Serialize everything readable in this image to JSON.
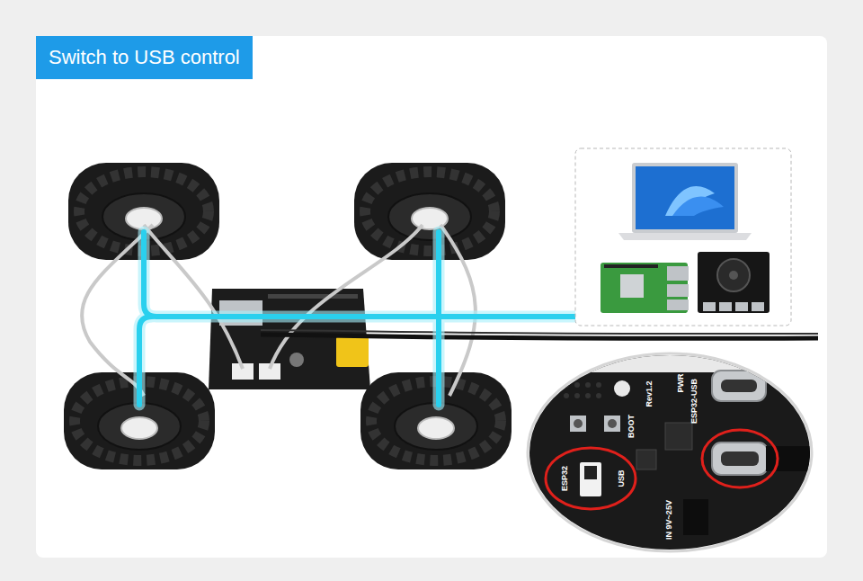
{
  "diagram": {
    "title": "Switch to USB control",
    "labels": [
      "Rev1.2",
      "PWR",
      "ESP32-USB",
      "BOOT",
      "ESP32",
      "USB",
      "IN 9V~25V"
    ]
  }
}
